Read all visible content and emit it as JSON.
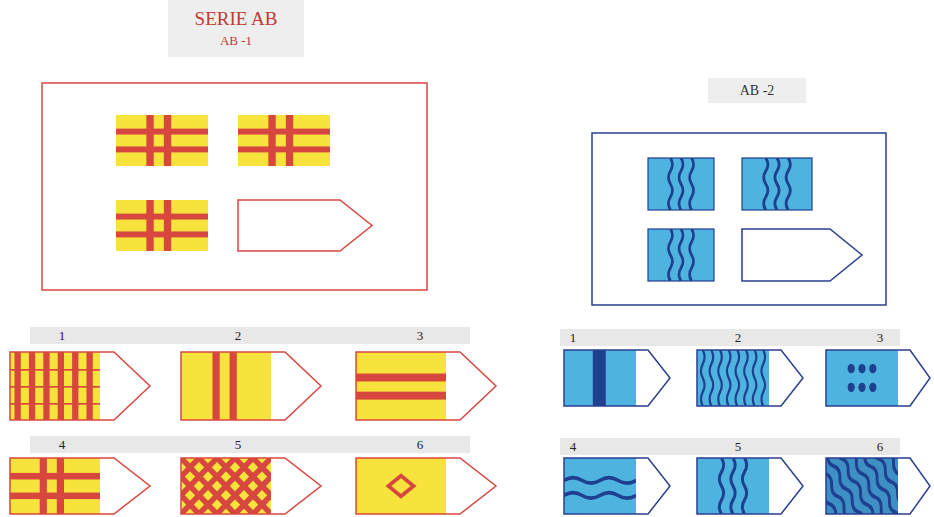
{
  "diagram": {
    "title": "SERIE AB",
    "labels": [
      "AB -1",
      "1",
      "2",
      "3",
      "4",
      "5",
      "6",
      "AB -2",
      "1",
      "2",
      "3",
      "4",
      "5",
      "6"
    ]
  }
}
